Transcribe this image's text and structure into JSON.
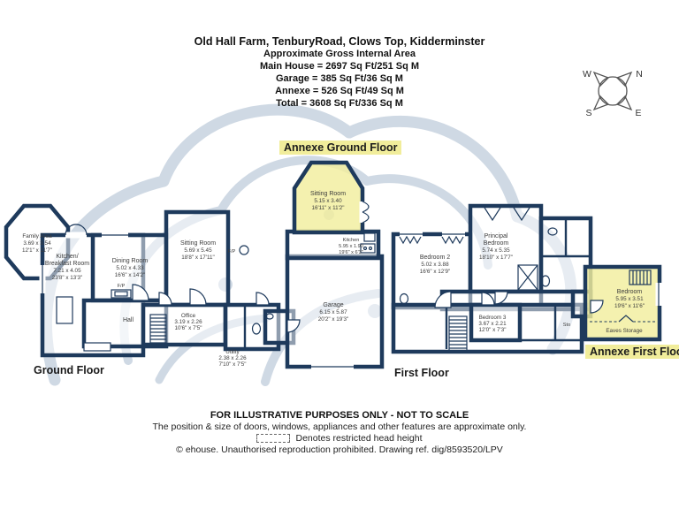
{
  "header": {
    "title": "Old Hall Farm, TenburyRoad, Clows Top, Kidderminster",
    "subtitle": "Approximate Gross Internal Area",
    "areas": [
      "Main House = 2697 Sq Ft/251 Sq M",
      "Garage = 385 Sq Ft/36 Sq M",
      "Annexe = 526 Sq Ft/49 Sq M",
      "Total = 3608 Sq Ft/336 Sq M"
    ]
  },
  "compass": {
    "n": "N",
    "s": "S",
    "e": "E",
    "w": "W"
  },
  "floor_labels": {
    "annexe_ground": "Annexe Ground Floor",
    "ground": "Ground Floor",
    "first": "First Floor",
    "annexe_first": "Annexe First Floor"
  },
  "rooms": {
    "family_area": {
      "n": "Family Area",
      "m": "3.69 x 3.54",
      "i": "12'1\" x 11'7\""
    },
    "kitchen_breakfast": {
      "n1": "Kitchen/",
      "n2": "Breakfast Room",
      "m": "7.21 x 4.05",
      "i": "23'8\" x 13'3\""
    },
    "dining": {
      "n": "Dining Room",
      "m": "5.02 x 4.33",
      "i": "16'6\" x 14'2\""
    },
    "sitting": {
      "n": "Sitting Room",
      "m": "5.69 x 5.45",
      "i": "18'8\" x 17'11\""
    },
    "office": {
      "n": "Office",
      "m": "3.19 x 2.26",
      "i": "10'6\" x 7'5\""
    },
    "hall": {
      "n": "Hall"
    },
    "utility": {
      "n": "Utility",
      "m": "2.38 x 2.26",
      "i": "7'10\" x 7'5\""
    },
    "kitchen": {
      "n": "Kitchen",
      "m": "5.95 x 1.90",
      "i": "19'6\" x 6'3\""
    },
    "garage": {
      "n": "Garage",
      "m": "6.15 x 5.87",
      "i": "20'2\" x 19'3\""
    },
    "annexe_sitting": {
      "n": "Sitting Room",
      "m": "5.15 x 3.40",
      "i": "16'11\" x 11'2\""
    },
    "bedroom2": {
      "n": "Bedroom 2",
      "m": "5.02 x 3.88",
      "i": "16'6\" x 12'9\""
    },
    "principal": {
      "n1": "Principal",
      "n2": "Bedroom",
      "m": "5.74 x 5.35",
      "i": "18'10\" x 17'7\""
    },
    "bedroom3": {
      "n": "Bedroom 3",
      "m": "3.67 x 2.21",
      "i": "12'0\" x 7'3\""
    },
    "annexe_bedroom": {
      "n": "Bedroom",
      "m": "5.95 x 3.51",
      "i": "19'6\" x 11'6\""
    },
    "eaves": {
      "n": "Eaves Storage"
    },
    "sto": {
      "n": "Sto"
    },
    "fp": {
      "n": "F/P"
    }
  },
  "footer": {
    "line1": "FOR ILLUSTRATIVE PURPOSES ONLY - NOT TO SCALE",
    "line2": "The position & size of doors, windows, appliances and other features are approximate only.",
    "line3": "Denotes restricted head height",
    "line4": "© ehouse. Unauthorised reproduction prohibited. Drawing ref. dig/8593520/LPV"
  },
  "colors": {
    "wall": "#1e3a5c",
    "annexe_fill": "#f2ee9e",
    "label_highlight": "#f1ed9b",
    "watermark": "#cfd9e4"
  }
}
